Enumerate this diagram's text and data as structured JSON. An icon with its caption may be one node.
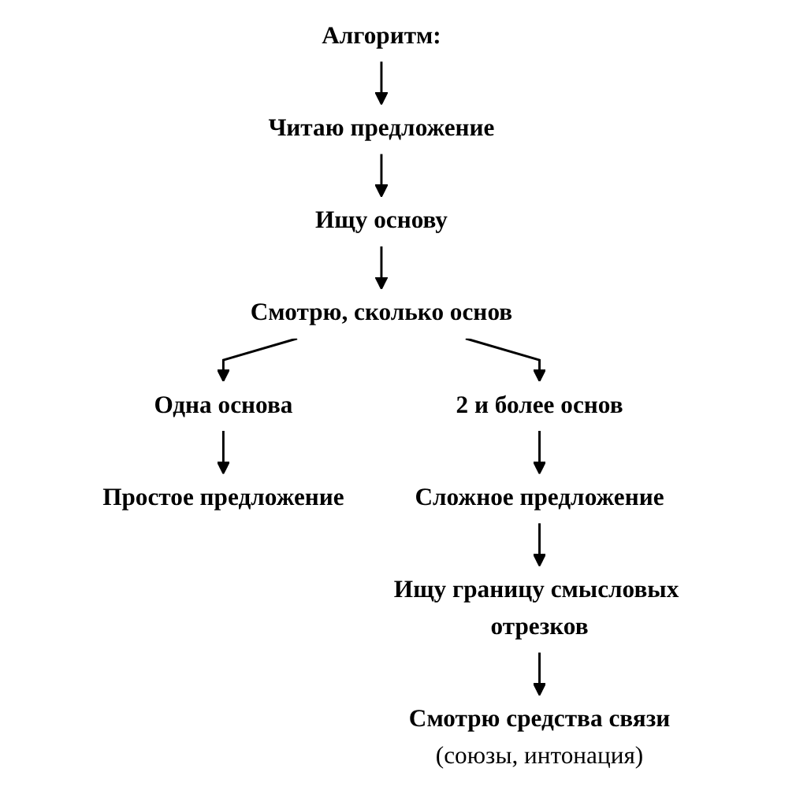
{
  "diagram": {
    "nodes": [
      {
        "text": [
          "Алгоритм:"
        ]
      },
      {
        "text": [
          "Читаю предложение"
        ]
      },
      {
        "text": [
          "Ищу основу"
        ]
      },
      {
        "text": [
          "Смотрю, сколько основ"
        ]
      },
      {
        "text": [
          "Одна основа"
        ]
      },
      {
        "text": [
          "2 и более основ"
        ]
      },
      {
        "text": [
          "Простое предложение"
        ]
      },
      {
        "text": [
          "Сложное предложение"
        ]
      },
      {
        "text": [
          "Ищу границу смысловых отрезков"
        ]
      },
      {
        "text": [
          "Смотрю средства связи",
          "(союзы, интонация)"
        ]
      }
    ],
    "edges": [
      {
        "from": 0,
        "to": 1,
        "arrow": "to"
      },
      {
        "from": 1,
        "to": 2,
        "arrow": "to"
      },
      {
        "from": 2,
        "to": 3,
        "arrow": "to"
      },
      {
        "from": 3,
        "to": 4,
        "arrow": "to"
      },
      {
        "from": 3,
        "to": 5,
        "arrow": "to"
      },
      {
        "from": 4,
        "to": 6,
        "arrow": "to"
      },
      {
        "from": 5,
        "to": 7,
        "arrow": "to"
      },
      {
        "from": 7,
        "to": 8,
        "arrow": "to"
      },
      {
        "from": 8,
        "to": 9,
        "arrow": "to"
      }
    ]
  }
}
